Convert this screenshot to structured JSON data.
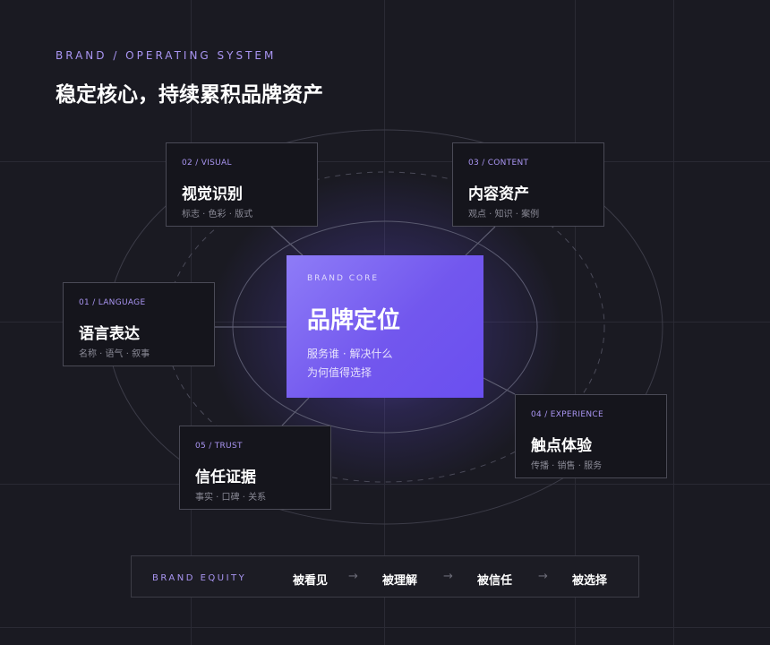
{
  "header": {
    "eyebrow": "BRAND / OPERATING SYSTEM",
    "title": "稳定核心，持续累积品牌资产"
  },
  "core": {
    "label": "BRAND CORE",
    "name": "品牌定位",
    "desc_line1": "服务谁 · 解决什么",
    "desc_line2": "为何值得选择"
  },
  "nodes": {
    "language": {
      "code": "01 / LANGUAGE",
      "name": "语言表达",
      "tags": "名称 · 语气 · 叙事"
    },
    "visual": {
      "code": "02 / VISUAL",
      "name": "视觉识别",
      "tags": "标志 · 色彩 · 版式"
    },
    "content": {
      "code": "03 / CONTENT",
      "name": "内容资产",
      "tags": "观点 · 知识 · 案例"
    },
    "experience": {
      "code": "04 / EXPERIENCE",
      "name": "触点体验",
      "tags": "传播 · 销售 · 服务"
    },
    "trust": {
      "code": "05 / TRUST",
      "name": "信任证据",
      "tags": "事实 · 口碑 · 关系"
    }
  },
  "equity": {
    "label": "BRAND EQUITY",
    "steps": [
      "被看见",
      "被理解",
      "被信任",
      "被选择"
    ],
    "arrow": "→"
  },
  "colors": {
    "background": "#1a1a22",
    "accent": "#a995f2",
    "core_gradient_start": "#8e7cf7",
    "core_gradient_end": "#6a4ff0",
    "card_background": "#15151c",
    "card_border": "#4a4a56"
  }
}
